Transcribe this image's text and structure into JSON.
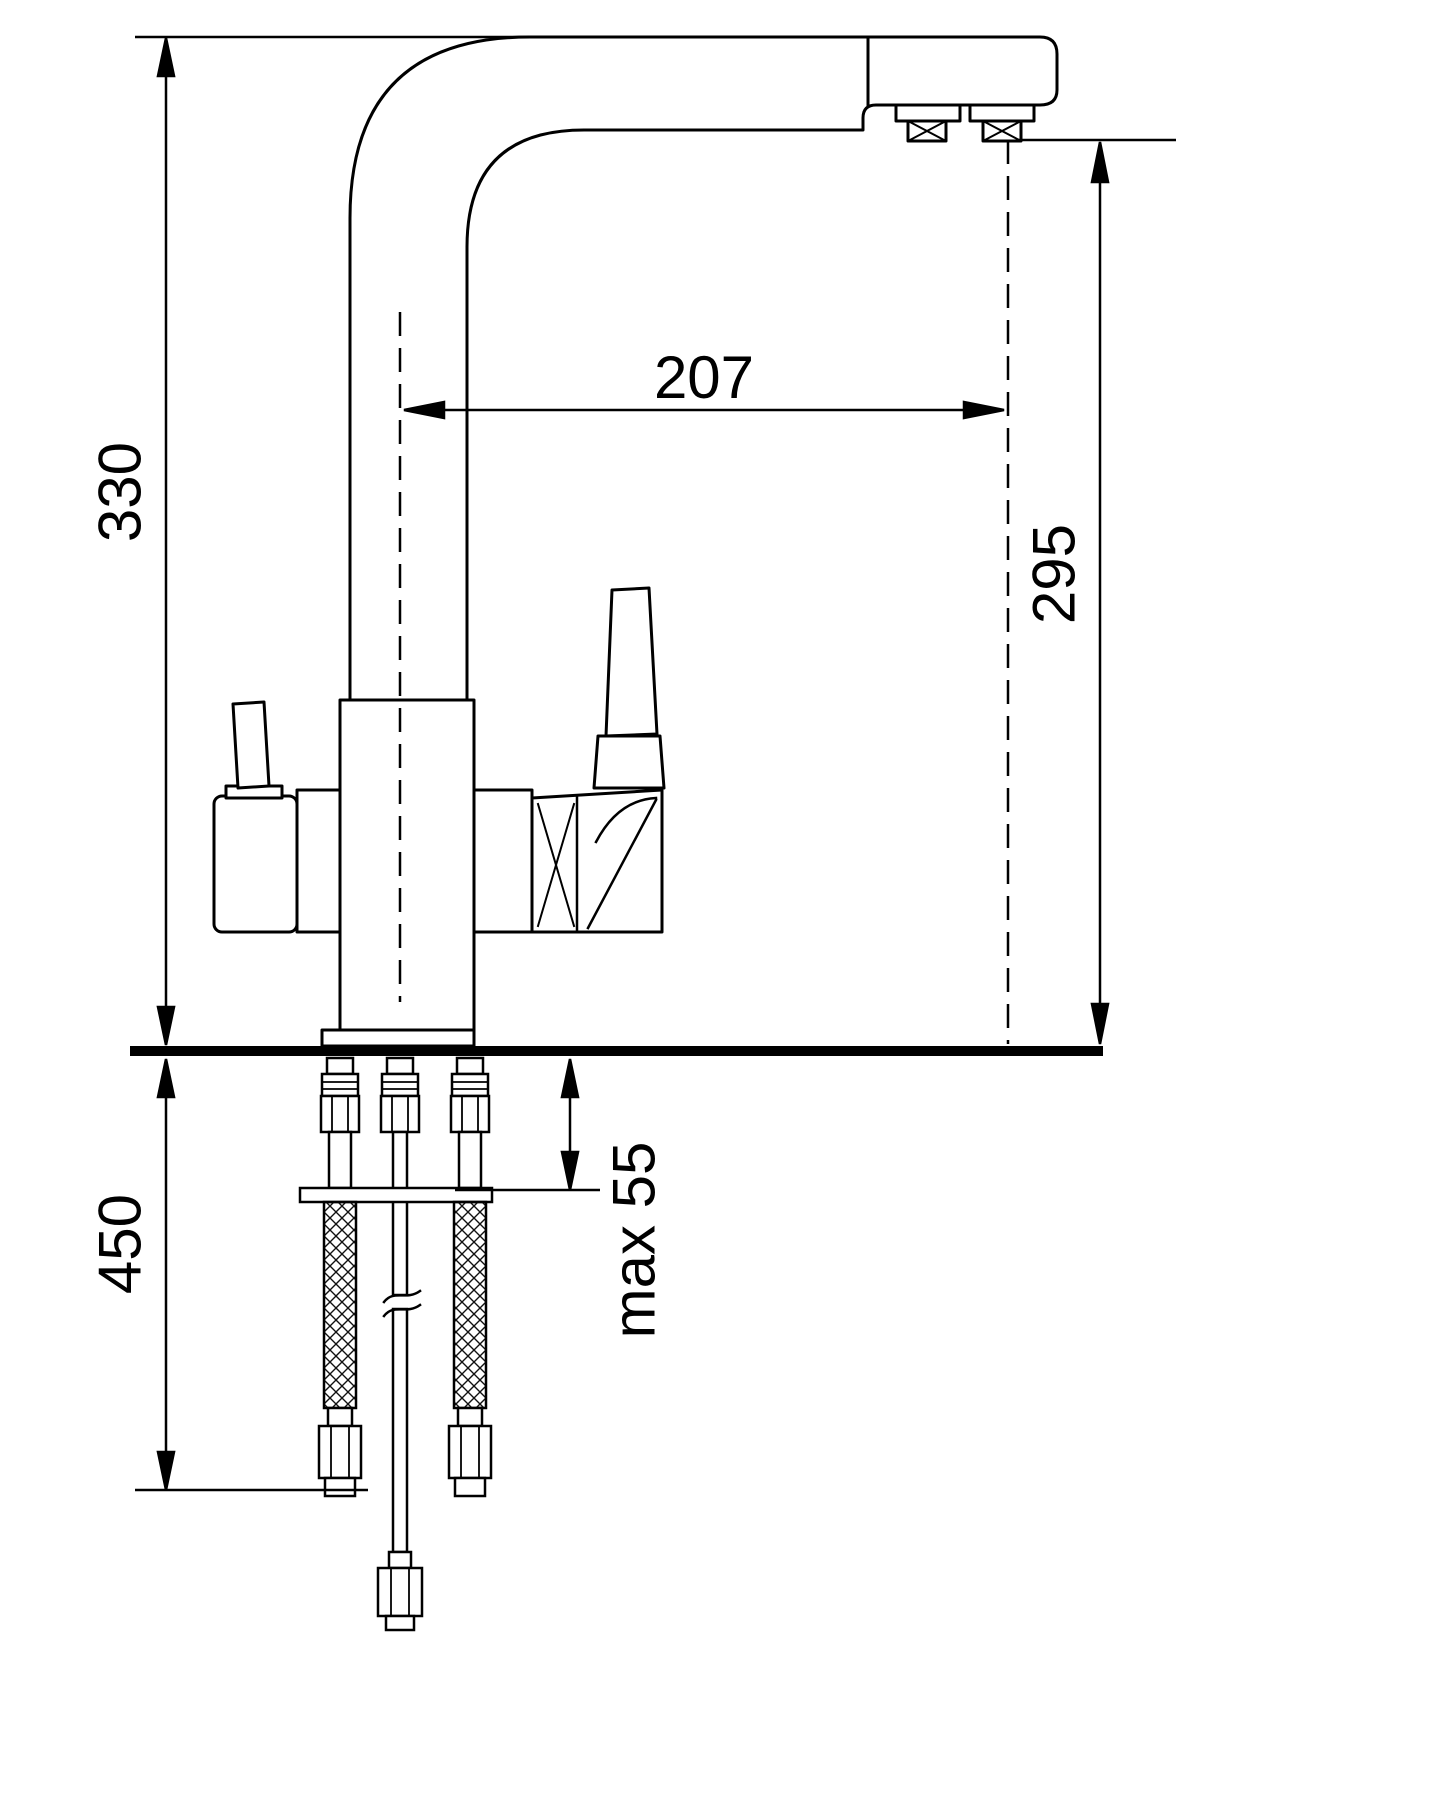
{
  "drawing": {
    "type": "technical-dimensional-drawing",
    "subject": "kitchen mixer faucet with filtered-water channel, side view with mounting hoses",
    "colors": {
      "line": "#000000",
      "background": "#ffffff"
    },
    "dimensions": {
      "overall_height": "330",
      "spout_reach": "207",
      "outlet_height": "295",
      "hose_length": "450",
      "deck_thickness_max": "max 55"
    }
  }
}
